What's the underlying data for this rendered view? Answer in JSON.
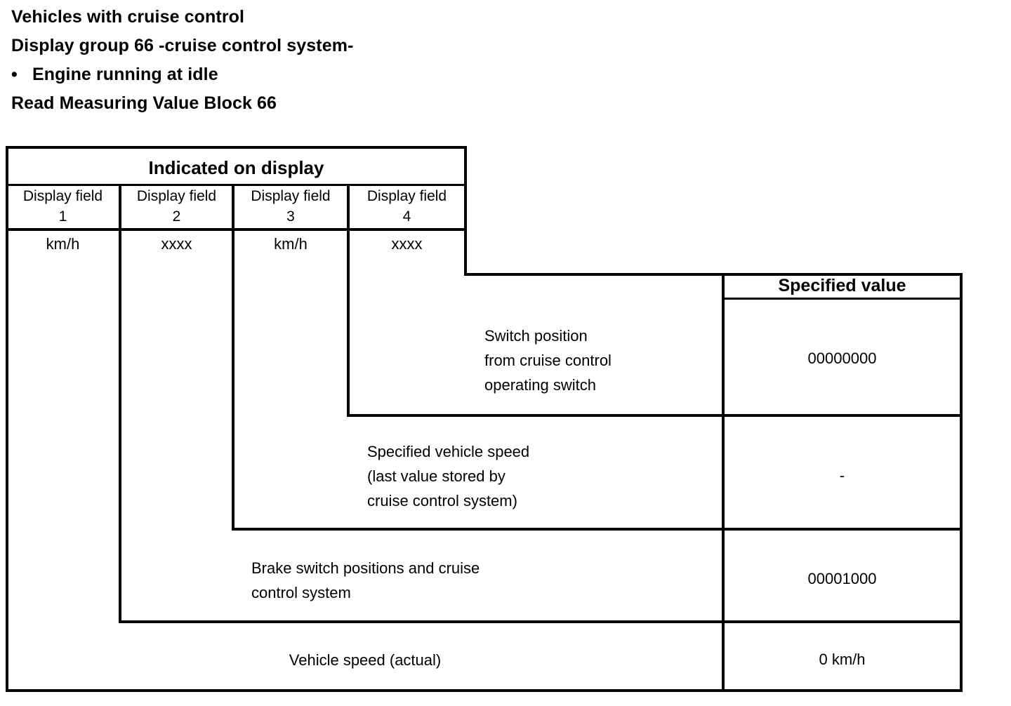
{
  "heading": {
    "lines": [
      "Vehicles with cruise control",
      "Display group 66 -cruise control system-",
      "Engine running at idle",
      "Read Measuring Value Block 66"
    ],
    "bullet_glyph": "•"
  },
  "table": {
    "group_header": "Indicated on display",
    "spec_header": "Specified value",
    "display_fields": [
      {
        "label": "Display field",
        "number": "1",
        "unit": "km/h"
      },
      {
        "label": "Display field",
        "number": "2",
        "unit": "xxxx"
      },
      {
        "label": "Display field",
        "number": "3",
        "unit": "km/h"
      },
      {
        "label": "Display field",
        "number": "4",
        "unit": "xxxx"
      }
    ],
    "rows": [
      {
        "description": "Switch position\nfrom cruise control\noperating switch",
        "description_lines": [
          "Switch position",
          "from cruise control",
          "operating switch"
        ],
        "specified_value": "00000000"
      },
      {
        "description": "Specified vehicle speed\n(last value stored by\ncruise control system)",
        "description_lines": [
          "Specified vehicle speed",
          "(last value stored by",
          "cruise control system)"
        ],
        "specified_value": "-"
      },
      {
        "description": "Brake switch positions and cruise\ncontrol system",
        "description_lines": [
          "Brake switch positions and cruise",
          "control system"
        ],
        "specified_value": "00001000"
      },
      {
        "description": "Vehicle speed (actual)",
        "description_lines": [
          "Vehicle speed (actual)"
        ],
        "specified_value": "0 km/h"
      }
    ]
  },
  "colors": {
    "ink": "#000000",
    "paper": "#ffffff"
  }
}
